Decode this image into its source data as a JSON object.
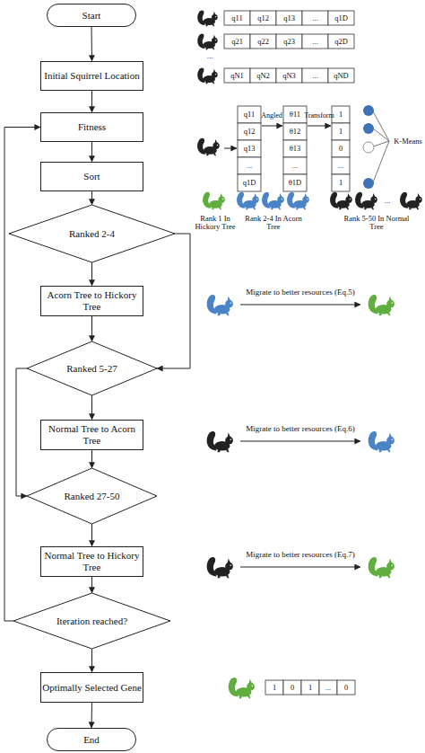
{
  "diagram": {
    "nodes": [
      {
        "text": [
          "Start"
        ]
      },
      {
        "text": [
          "Initial Squirrel Location"
        ]
      },
      {
        "text": [
          "Fitness"
        ]
      },
      {
        "text": [
          "Sort"
        ]
      },
      {
        "text": [
          "Ranked 2-4"
        ]
      },
      {
        "text": [
          "Acorn Tree to Hickory Tree"
        ]
      },
      {
        "text": [
          "Ranked 5-27"
        ]
      },
      {
        "text": [
          "Normal Tree to Acorn Tree"
        ]
      },
      {
        "text": [
          "Ranked 27-50"
        ]
      },
      {
        "text": [
          "Normal Tree to Hickory Tree"
        ]
      },
      {
        "text": [
          "Iteration reached?"
        ]
      },
      {
        "text": [
          "Optimally Selected Gene"
        ]
      },
      {
        "text": [
          "End"
        ]
      }
    ],
    "edges": [
      {
        "from": 0,
        "to": 1,
        "arrow": "to"
      },
      {
        "from": 1,
        "to": 2,
        "arrow": "to"
      },
      {
        "from": 2,
        "to": 3,
        "arrow": "to"
      },
      {
        "from": 3,
        "to": 4,
        "arrow": "to"
      },
      {
        "from": 4,
        "to": 5,
        "arrow": "to"
      },
      {
        "from": 4,
        "to": 6,
        "arrow": "to"
      },
      {
        "from": 5,
        "to": 6,
        "arrow": "to"
      },
      {
        "from": 6,
        "to": 7,
        "arrow": "to"
      },
      {
        "from": 6,
        "to": 8,
        "arrow": "to"
      },
      {
        "from": 7,
        "to": 8,
        "arrow": "to"
      },
      {
        "from": 8,
        "to": 9,
        "arrow": "to"
      },
      {
        "from": 9,
        "to": 10,
        "arrow": "to"
      },
      {
        "from": 10,
        "to": 2,
        "arrow": "to"
      },
      {
        "from": 10,
        "to": 11,
        "arrow": "to"
      },
      {
        "from": 11,
        "to": 12,
        "arrow": "to"
      }
    ],
    "labels": [
      "q11",
      "q12",
      "q13",
      "...",
      "q1D",
      "q21",
      "q22",
      "q23",
      "...",
      "q2D",
      "...",
      "qN1",
      "qN2",
      "qN3",
      "...",
      "qND",
      "q11",
      "q12",
      "q13",
      "...",
      "q1D",
      "Angled",
      "θ11",
      "θ12",
      "θ13",
      "...",
      "θ1D",
      "Transform",
      "1",
      "1",
      "0",
      "...",
      "1",
      "K-Means",
      "Rank 1 In Hickory Tree",
      "Rank 2-4 In Acorn Tree",
      "Rank 5-50 In Normal Tree",
      "...",
      "Migrate to better resources (Eq.5)",
      "Migrate to better resources (Eq.6)",
      "Migrate to better resources (Eq.7)",
      "1",
      "0",
      "1",
      "...",
      "0"
    ]
  }
}
